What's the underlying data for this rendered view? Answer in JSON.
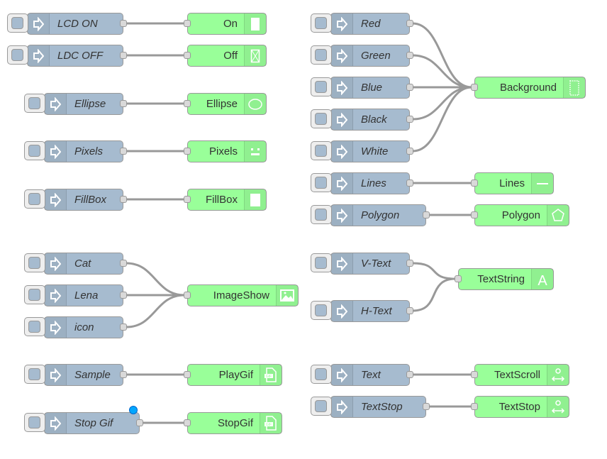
{
  "inject_nodes": [
    "LCD ON",
    "LDC OFF",
    "Ellipse",
    "Pixels",
    "FillBox",
    "Cat",
    "Lena",
    "icon",
    "Sample",
    "Stop Gif",
    "Red",
    "Green",
    "Blue",
    "Black",
    "White",
    "Lines",
    "Polygon",
    "V-Text",
    "H-Text",
    "Text",
    "TextStop"
  ],
  "output_nodes": [
    {
      "label": "On",
      "icon": "blank-screen-icon"
    },
    {
      "label": "Off",
      "icon": "crossed-screen-icon"
    },
    {
      "label": "Ellipse",
      "icon": "ellipse-icon"
    },
    {
      "label": "Pixels",
      "icon": "pixels-icon"
    },
    {
      "label": "FillBox",
      "icon": "fillbox-icon"
    },
    {
      "label": "ImageShow",
      "icon": "image-icon"
    },
    {
      "label": "PlayGif",
      "icon": "gif-file-icon"
    },
    {
      "label": "StopGif",
      "icon": "gif-file-icon"
    },
    {
      "label": "Background",
      "icon": "dotted-rect-icon"
    },
    {
      "label": "Lines",
      "icon": "line-icon"
    },
    {
      "label": "Polygon",
      "icon": "polygon-icon"
    },
    {
      "label": "TextString",
      "icon": "letter-a-icon"
    },
    {
      "label": "TextScroll",
      "icon": "scroll-text-icon"
    },
    {
      "label": "TextStop",
      "icon": "scroll-text-icon"
    }
  ],
  "colors": {
    "inject": "#a6bbcf",
    "output": "#99ff99",
    "wire": "#999999",
    "changed_indicator": "#00a7ff"
  }
}
